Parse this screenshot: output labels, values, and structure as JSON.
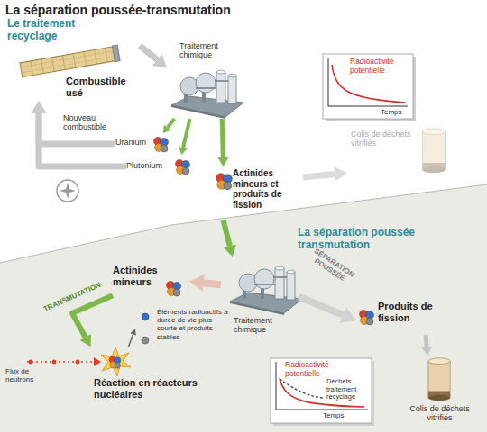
{
  "diagram": {
    "title": "La séparation poussée-transmutation",
    "nodes": [
      {
        "text": [
          "Combustible usé"
        ]
      },
      {
        "text": [
          "Traitement chimique"
        ]
      },
      {
        "text": [
          "Radioactivité potentielle",
          "Temps"
        ]
      },
      {
        "text": [
          "Colis de déchets vitrifiés"
        ]
      },
      {
        "text": [
          "Uranium"
        ]
      },
      {
        "text": [
          "Plutonium"
        ]
      },
      {
        "text": [
          "Actinides mineurs et produits de fission"
        ]
      },
      {
        "text": [
          "Traitement chimique"
        ]
      },
      {
        "text": [
          "Actinides mineurs"
        ]
      },
      {
        "text": [
          "Produits de fission"
        ]
      },
      {
        "text": [
          "Colis de déchets vitrifiés"
        ]
      },
      {
        "text": [
          "Radioactivité potentielle",
          "Déchets traitement recyclage",
          "Temps"
        ]
      },
      {
        "text": [
          "Réaction en réacteurs nucléaires"
        ]
      },
      {
        "text": [
          "Éléments radioactifs à durée de vie plus courte et produits stables"
        ]
      }
    ],
    "edges": [
      {
        "from": 0,
        "to": 1,
        "arrow": "to"
      },
      {
        "from": 1,
        "to": 4,
        "arrow": "to"
      },
      {
        "from": 1,
        "to": 5,
        "arrow": "to"
      },
      {
        "from": 1,
        "to": 6,
        "arrow": "to"
      },
      {
        "from": 4,
        "to": 0,
        "arrow": "to"
      },
      {
        "from": 5,
        "to": 0,
        "arrow": "to"
      },
      {
        "from": 6,
        "to": 3,
        "arrow": "to"
      },
      {
        "from": 6,
        "to": 7,
        "arrow": "to"
      },
      {
        "from": 7,
        "to": 8,
        "arrow": "to"
      },
      {
        "from": 7,
        "to": 9,
        "arrow": "to"
      },
      {
        "from": 9,
        "to": 10,
        "arrow": "to"
      },
      {
        "from": 8,
        "to": 12,
        "label": "TRANSMUTATION",
        "arrow": "to"
      },
      {
        "from": 12,
        "to": 13,
        "arrow": "to"
      }
    ],
    "labels": [
      "Le traitement recyclage",
      "Nouveau combustible",
      "La séparation poussée transmutation",
      "SÉPARATION POUSSÉE",
      "Flux de neutrons"
    ]
  }
}
